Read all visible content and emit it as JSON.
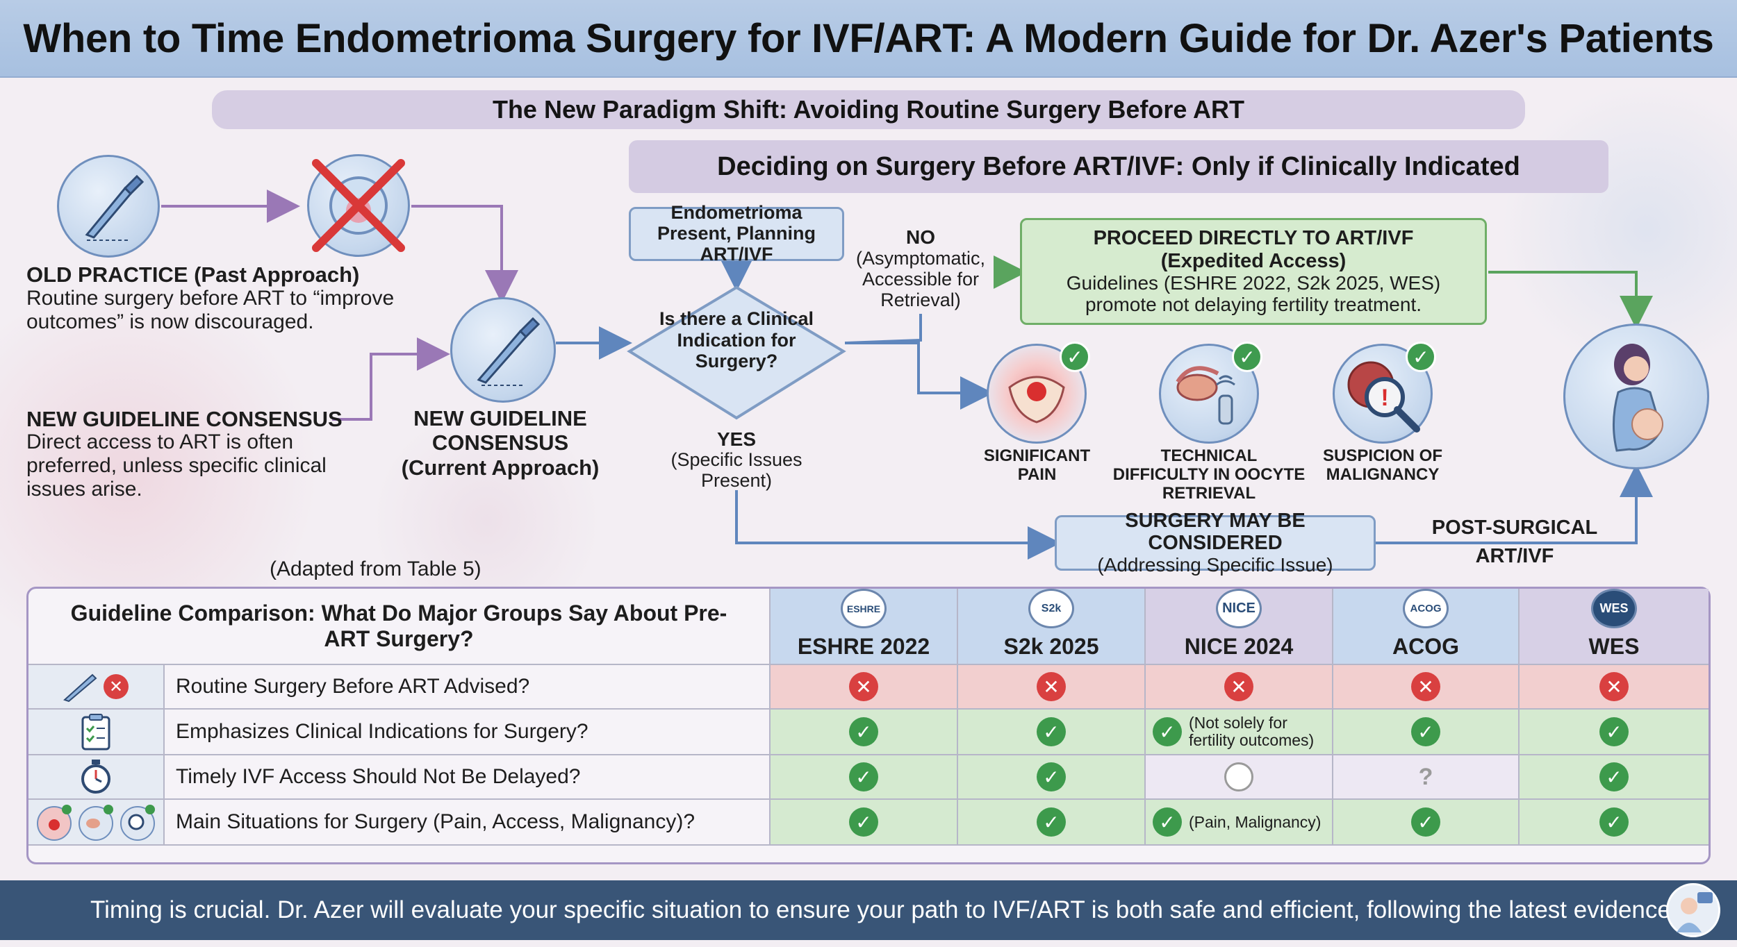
{
  "title": "When to Time Endometrioma Surgery for IVF/ART: A Modern Guide for Dr. Azer's Patients",
  "banner": "The New Paradigm Shift: Avoiding Routine Surgery Before ART",
  "decision_banner": "Deciding on Surgery Before ART/IVF: Only if Clinically Indicated",
  "old_practice": {
    "title": "OLD PRACTICE (Past Approach)",
    "body": "Routine surgery before ART to “improve outcomes” is now discouraged."
  },
  "new_consensus_left": {
    "title": "NEW GUIDELINE CONSENSUS",
    "body": "Direct access to ART is often preferred, unless specific clinical issues arise."
  },
  "new_consensus_center": {
    "line1": "NEW GUIDELINE",
    "line2": "CONSENSUS",
    "line3": "(Current Approach)"
  },
  "flow": {
    "start": "Endometrioma Present, Planning ART/IVF",
    "question": "Is there a Clinical Indication for Surgery?",
    "no_label": "NO",
    "no_detail": "(Asymptomatic, Accessible for Retrieval)",
    "yes_label": "YES",
    "yes_detail": "(Specific Issues Present)",
    "proceed_title1": "PROCEED DIRECTLY TO ART/IVF",
    "proceed_title2": "(Expedited Access)",
    "proceed_body": "Guidelines (ESHRE 2022, S2k 2025, WES) promote not delaying fertility treatment.",
    "indications": [
      {
        "label": "SIGNIFICANT PAIN",
        "icon": "pelvic-pain-icon"
      },
      {
        "label": "TECHNICAL DIFFICULTY IN OOCYTE RETRIEVAL",
        "icon": "ovary-ultrasound-icon"
      },
      {
        "label": "SUSPICION OF MALIGNANCY",
        "icon": "magnifier-icon"
      }
    ],
    "surgery_title": "SURGERY MAY BE CONSIDERED",
    "surgery_detail": "(Addressing Specific Issue)",
    "post_surgical": "POST-SURGICAL ART/IVF"
  },
  "adapted_note": "(Adapted from Table 5)",
  "table": {
    "title": "Guideline Comparison: What Do Major Groups Say About Pre-ART Surgery?",
    "columns": [
      {
        "name": "ESHRE 2022",
        "logo": "ESHRE"
      },
      {
        "name": "S2k 2025",
        "logo": "S2k"
      },
      {
        "name": "NICE 2024",
        "logo": "NICE"
      },
      {
        "name": "ACOG",
        "logo": "ACOG"
      },
      {
        "name": "WES",
        "logo": "WES"
      }
    ],
    "rows": [
      {
        "question": "Routine Surgery Before ART Advised?",
        "icon": "scalpel-icon",
        "values": [
          "no",
          "no",
          "no",
          "no",
          "no"
        ],
        "notes": [
          "",
          "",
          "",
          "",
          ""
        ]
      },
      {
        "question": "Emphasizes Clinical Indications for Surgery?",
        "icon": "clipboard-icon",
        "values": [
          "yes",
          "yes",
          "yes",
          "yes",
          "yes"
        ],
        "notes": [
          "",
          "",
          "(Not solely for fertility outcomes)",
          "",
          ""
        ]
      },
      {
        "question": "Timely IVF Access Should Not Be Delayed?",
        "icon": "stopwatch-icon",
        "values": [
          "yes",
          "yes",
          "open",
          "unknown",
          "yes"
        ],
        "notes": [
          "",
          "",
          "",
          "?",
          ""
        ]
      },
      {
        "question": "Main Situations for Surgery (Pain, Access, Malignancy)?",
        "icon": "indications-icon",
        "values": [
          "yes",
          "yes",
          "yes",
          "yes",
          "yes"
        ],
        "notes": [
          "",
          "",
          "(Pain, Malignancy)",
          "",
          ""
        ]
      }
    ]
  },
  "footer": "Timing is crucial. Dr. Azer will evaluate your specific situation to ensure your path to IVF/ART is both safe and efficient, following the latest evidence.",
  "colors": {
    "header": "#a7c0e0",
    "proceed_green": "#d6ebcf",
    "no_red": "#f2cfcf",
    "yes_green": "#d5ead0",
    "footer": "#395577"
  }
}
